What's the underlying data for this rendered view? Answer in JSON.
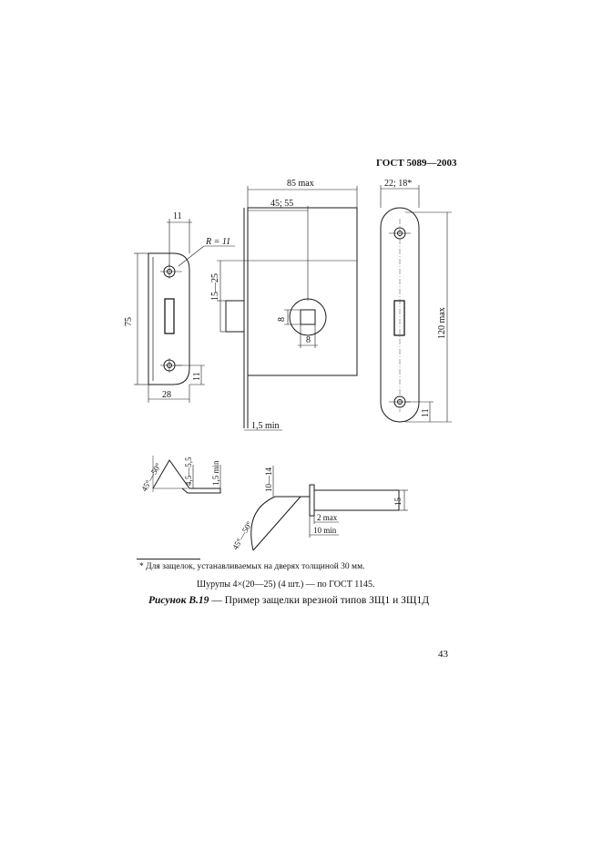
{
  "header": {
    "standard": "ГОСТ 5089—2003"
  },
  "drawing": {
    "strike_plate": {
      "top_dim": "11",
      "radius": "R = 11",
      "height": "75",
      "width": "28",
      "offset": "11"
    },
    "latch_body": {
      "overall_width": "85 max",
      "backset": "45; 55",
      "latch_projection": "15—25",
      "square_vertical": "8",
      "square_horizontal": "8",
      "faceplate_thickness": "1,5 min"
    },
    "faceplate": {
      "width": "22; 18*",
      "height": "120 max",
      "offset": "11"
    },
    "bolt_profile_1": {
      "angle": "45°—50°",
      "height": "4,5—5,5",
      "thickness": "1,5 min"
    },
    "bolt_profile_2": {
      "angle": "45°—50°",
      "bolt_height": "10—14",
      "gap": "2 max",
      "depth": "10 min",
      "bolt_size": "15"
    }
  },
  "footnote": "* Для защелок, устанавливаемых на дверях толщиной 30 мм.",
  "screws": "Шурупы 4×(20—25) (4 шт.) — по ГОСТ 1145.",
  "caption": {
    "label": "Рисунок В.19",
    "text": " — Пример защелки врезной типов ЗЩ1 и ЗЩ1Д"
  },
  "page_number": "43"
}
